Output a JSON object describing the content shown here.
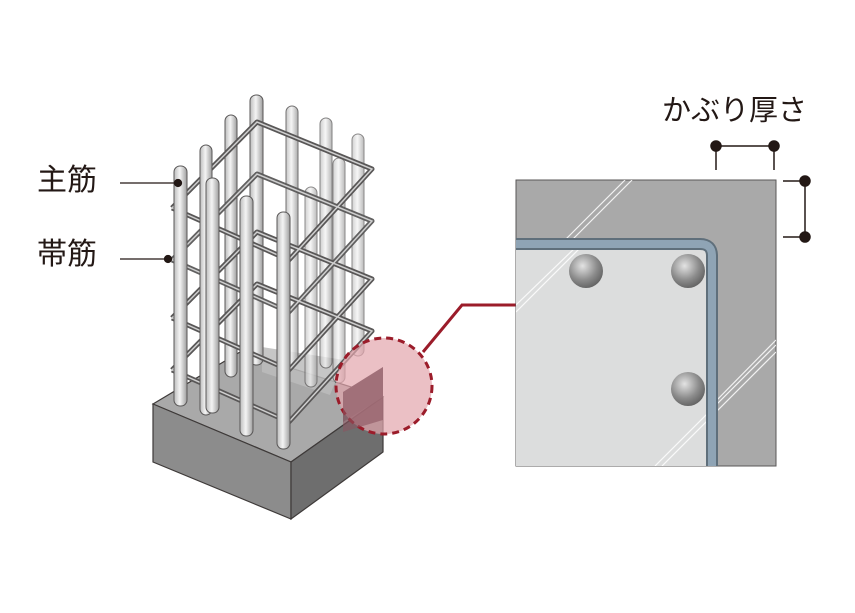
{
  "labels": {
    "main_rebar": "主筋",
    "hoop": "帯筋",
    "cover_thickness": "かぶり厚さ"
  },
  "colors": {
    "concrete_dark": "#7d7d7d",
    "concrete_mid": "#a9a9a9",
    "concrete_light": "#dcdddd",
    "rebar_steel": "#595757",
    "hoop_blue": "#8fa4b5",
    "callout_red": "#9b1c2a",
    "callout_fill": "#e3a5ad",
    "ink": "#231815"
  },
  "icons": {
    "column_illustration": "rebar-cage-column",
    "callout": "magnifier-circle"
  }
}
